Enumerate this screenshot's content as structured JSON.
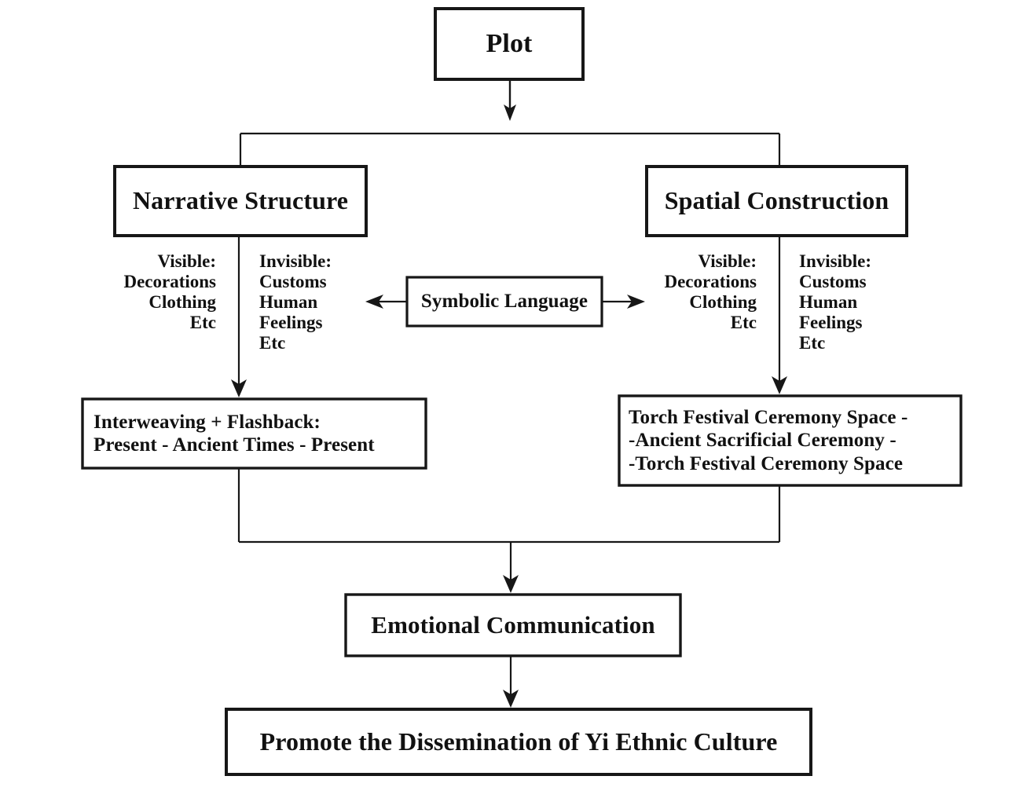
{
  "diagram": {
    "type": "flowchart",
    "title_node": "Plot",
    "nodes": {
      "plot": {
        "label": "Plot"
      },
      "narrative_structure": {
        "label": "Narrative Structure"
      },
      "spatial_construction": {
        "label": "Spatial Construction"
      },
      "symbolic_language": {
        "label": "Symbolic Language"
      },
      "interweaving": {
        "label": "Interweaving + Flashback:\nPresent - Ancient Times - Present"
      },
      "torch_festival": {
        "label": "Torch Festival Ceremony Space -\n-Ancient Sacrificial Ceremony -\n-Torch Festival Ceremony Space"
      },
      "emotional_communication": {
        "label": "Emotional Communication"
      },
      "promote_dissemination": {
        "label": "Promote the Dissemination of Yi Ethnic Culture"
      }
    },
    "attributes": {
      "left_visible": "Visible:\nDecorations\nClothing\nEtc",
      "left_invisible": "Invisible:\nCustoms\nHuman\nFeelings\nEtc",
      "right_visible": "Visible:\nDecorations\nClothing\nEtc",
      "right_invisible": "Invisible:\nCustoms\nHuman\nFeelings\nEtc"
    },
    "colors": {
      "stroke": "#171717",
      "fill": "#ffffff",
      "text": "#111111"
    }
  }
}
